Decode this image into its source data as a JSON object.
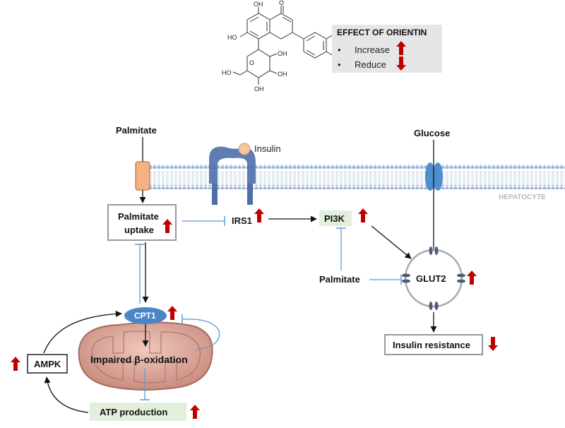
{
  "legend": {
    "title": "EFFECT OF ORIENTIN",
    "increase": "Increase",
    "reduce": "Reduce",
    "bullet": "•"
  },
  "molecule": {
    "oh_a": "OH",
    "o_carbonyl": "O",
    "oh_b": "HO",
    "oh_c": "OH",
    "oh_d": "OH",
    "oh_e": "HO",
    "oh_f": "OH",
    "oh_g": "OH",
    "oh_h": "OH",
    "ring_o": "O"
  },
  "membrane": {
    "cell_label": "HEPATOCYTE"
  },
  "nodes": {
    "palmitate_top": "Palmitate",
    "insulin": "Insulin",
    "glucose": "Glucose",
    "palmitate_uptake_line1": "Palmitate",
    "palmitate_uptake_line2": "uptake",
    "irs1": "IRS1",
    "pi3k": "PI3K",
    "palmitate_mid": "Palmitate",
    "glut2": "GLUT2",
    "insulin_resistance": "Insulin resistance",
    "cpt1": "CPT1",
    "impaired_beta_oxidation": "Impaired β-oxidation",
    "ampk": "AMPK",
    "atp_production": "ATP production"
  },
  "colors": {
    "up_arrow": "#c00000",
    "down_arrow": "#c00000",
    "inhibit_line": "#5b9bd5",
    "membrane_head": "#9db6d8",
    "legend_bg": "#e6e6e6",
    "green_box": "#e2efda",
    "cpt1_fill": "#4a86c5",
    "mito_fill": "#d9a79b",
    "receptor": "#4f6fa8"
  }
}
